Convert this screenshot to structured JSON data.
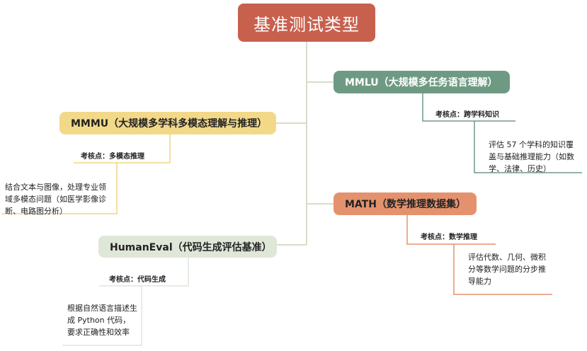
{
  "colors": {
    "root": "#c8604e",
    "mmlu": "#6e9a84",
    "mmmu": "#f2d98a",
    "math": "#e4926e",
    "humaneval": "#dfe7d8",
    "trunk": "#d8dcc8"
  },
  "root": {
    "title": "基准测试类型"
  },
  "branches": {
    "mmlu": {
      "title": "MMLU（大规模多任务语言理解）",
      "key": "考核点：跨学科知识",
      "desc": "评估 57 个学科的知识覆盖与基础推理能力（如数学、法律、历史）"
    },
    "mmmu": {
      "title": "MMMU（大规模多学科多模态理解与推理）",
      "key": "考核点：多模态推理",
      "desc": "结合文本与图像，处理专业领域多模态问题（如医学影像诊断、电路图分析）"
    },
    "math": {
      "title": "MATH（数学推理数据集）",
      "key": "考核点：数学推理",
      "desc": "评估代数、几何、微积分等数学问题的分步推导能力"
    },
    "humaneval": {
      "title": "HumanEval（代码生成评估基准）",
      "key": "考核点：代码生成",
      "desc": "根据自然语言描述生成 Python 代码，要求正确性和效率"
    }
  }
}
